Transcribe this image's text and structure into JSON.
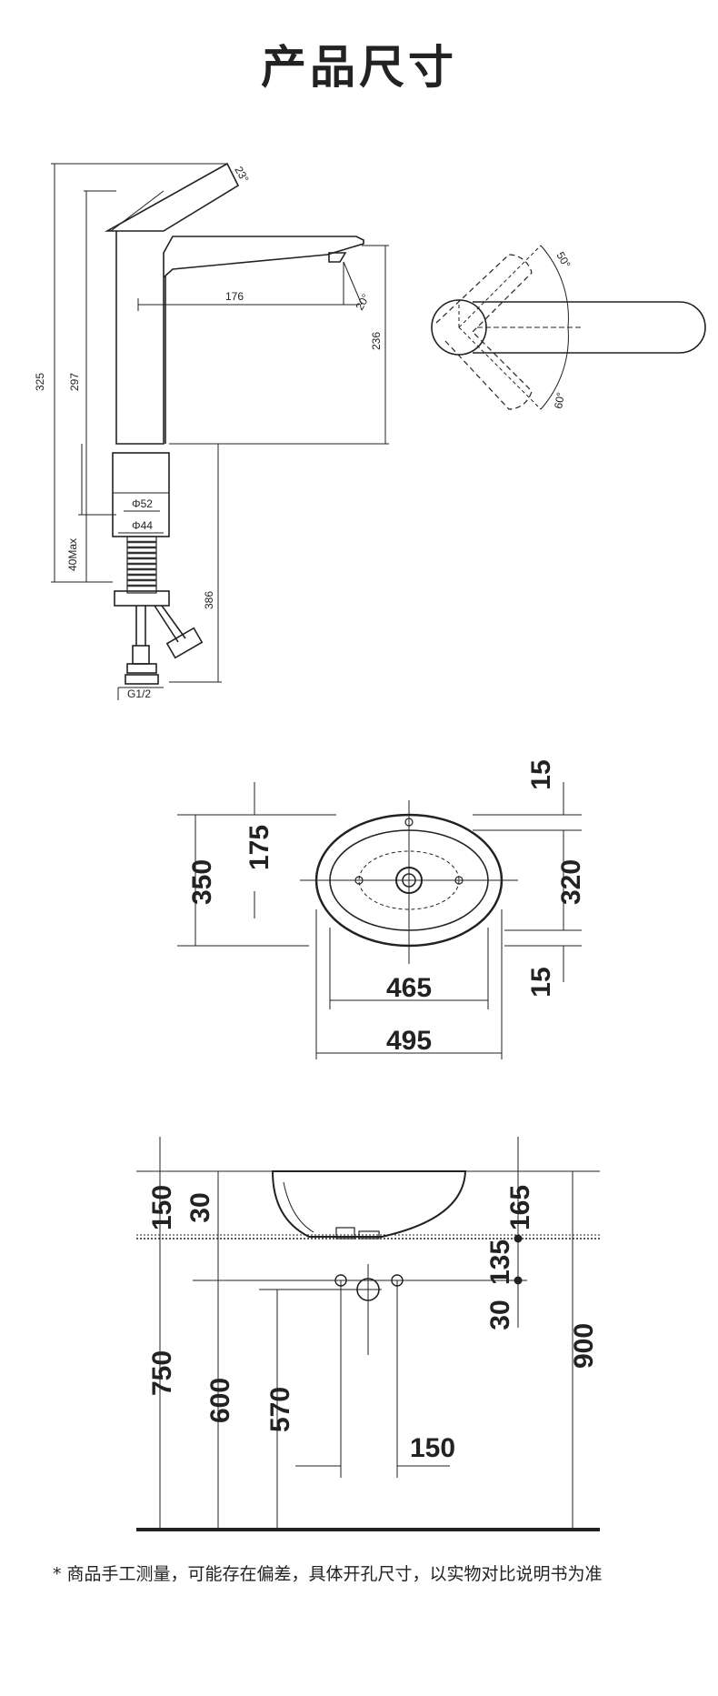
{
  "title": "产品尺寸",
  "faucet": {
    "dims": {
      "h325": "325",
      "h297": "297",
      "reach176": "176",
      "h236": "236",
      "dia52": "Φ52",
      "dia44": "Φ44",
      "max40": "40Max",
      "h386": "386",
      "thread": "G1/2",
      "angle23": "23°",
      "angle20": "20°",
      "angle50": "50°",
      "angle60": "60°"
    }
  },
  "basin_top": {
    "dims": {
      "w495": "495",
      "w465": "465",
      "d350": "350",
      "d175": "175",
      "d320": "320",
      "t15a": "15",
      "t15b": "15"
    }
  },
  "basin_side": {
    "dims": {
      "h150": "150",
      "h30a": "30",
      "h750": "750",
      "h600": "600",
      "h570": "570",
      "w150": "150",
      "h165": "165",
      "h135": "135",
      "h30b": "30",
      "h900": "900"
    }
  },
  "footnote": "* 商品手工测量，可能存在偏差，具体开孔尺寸，以实物对比说明书为准"
}
